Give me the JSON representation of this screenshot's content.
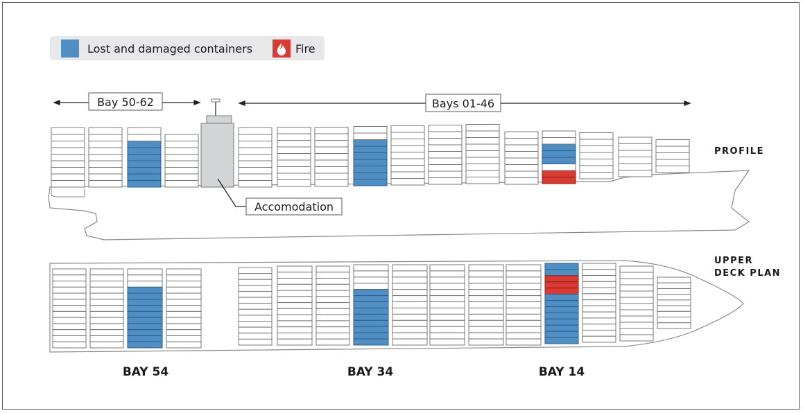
{
  "colors": {
    "lost": "#4f8fc4",
    "lost_line": "#2f5f8a",
    "fire": "#d93b33",
    "fire_line": "#8e1f1a",
    "outline": "#777777",
    "accommodation": "#d3d4d6",
    "legend_bg": "#e8e8ea"
  },
  "legend": {
    "lost_label": "Lost and damaged containers",
    "fire_label": "Fire",
    "fire_icon": "flame-icon"
  },
  "ranges": {
    "aft_label": "Bay 50-62",
    "fore_label": "Bays 01-46"
  },
  "accommodation_label": "Accomodation",
  "view_labels": {
    "profile": "PROFILE",
    "deck_plan_line1": "UPPER",
    "deck_plan_line2": "DECK PLAN"
  },
  "bay_labels": [
    "BAY 54",
    "BAY 34",
    "BAY 14"
  ],
  "profile_stacks": [
    {
      "tiers": 8,
      "top_tier": 0,
      "lost": [],
      "fire": []
    },
    {
      "tiers": 8,
      "lost": [],
      "fire": []
    },
    {
      "tiers": 8,
      "lost": [
        0,
        1,
        2,
        3,
        4,
        5,
        6
      ],
      "fire": []
    },
    {
      "tiers": 7,
      "lost": [],
      "fire": []
    },
    {
      "tiers": 8,
      "lost": [],
      "fire": []
    },
    {
      "tiers": 8,
      "lost": [],
      "fire": []
    },
    {
      "tiers": 8,
      "lost": [],
      "fire": []
    },
    {
      "tiers": 8,
      "lost": [
        0,
        1,
        2,
        3,
        4,
        5,
        6
      ],
      "fire": []
    },
    {
      "tiers": 8,
      "lost": [],
      "fire": []
    },
    {
      "tiers": 8,
      "lost": [],
      "fire": []
    },
    {
      "tiers": 8,
      "lost": [],
      "fire": []
    },
    {
      "tiers": 7,
      "lost": [],
      "fire": []
    },
    {
      "tiers": 7,
      "lost": [
        3,
        4,
        5
      ],
      "fire": [
        0,
        1
      ]
    },
    {
      "tiers": 6,
      "lost": [],
      "fire": []
    },
    {
      "tiers": 5,
      "lost": [],
      "fire": []
    },
    {
      "tiers": 4,
      "lost": [],
      "fire": []
    }
  ],
  "deck_stacks": [
    {
      "rows": 13,
      "lost": [],
      "fire": []
    },
    {
      "rows": 13,
      "lost": [],
      "fire": []
    },
    {
      "rows": 13,
      "lost": [
        0,
        1,
        2,
        3,
        4,
        5,
        6,
        7,
        8,
        9
      ],
      "fire": []
    },
    {
      "rows": 13,
      "lost": [],
      "fire": []
    },
    {
      "rows": 13,
      "lost": [],
      "fire": []
    },
    {
      "rows": 13,
      "lost": [],
      "fire": []
    },
    {
      "rows": 13,
      "lost": [],
      "fire": []
    },
    {
      "rows": 13,
      "lost": [
        4,
        5,
        6,
        7,
        8,
        9,
        10,
        11,
        12
      ],
      "fire": []
    },
    {
      "rows": 13,
      "lost": [],
      "fire": []
    },
    {
      "rows": 13,
      "lost": [],
      "fire": []
    },
    {
      "rows": 13,
      "lost": [],
      "fire": []
    },
    {
      "rows": 13,
      "lost": [],
      "fire": []
    },
    {
      "rows": 13,
      "lost": [
        0,
        1,
        5,
        6,
        7,
        8,
        9,
        10,
        11,
        12
      ],
      "fire": [
        2,
        3,
        4
      ]
    },
    {
      "rows": 13,
      "lost": [],
      "fire": []
    },
    {
      "rows": 12,
      "lost": [],
      "fire": []
    },
    {
      "rows": 9,
      "lost": [],
      "fire": []
    }
  ]
}
